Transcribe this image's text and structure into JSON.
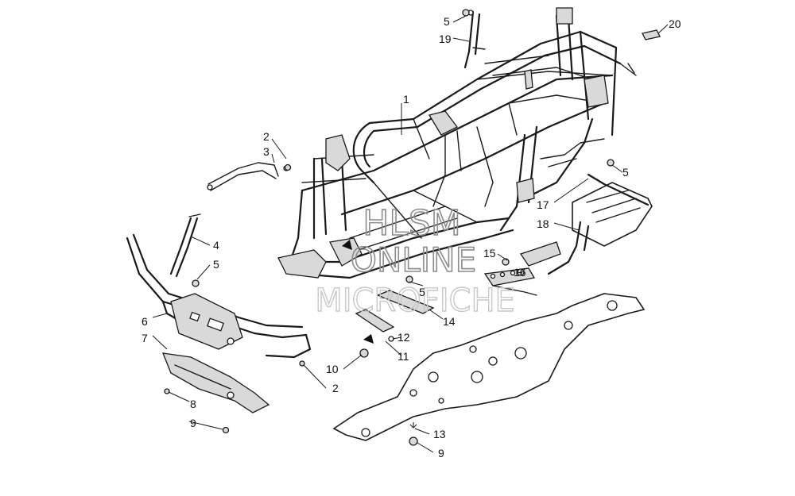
{
  "watermark": {
    "line1": "HLSM",
    "line2": "ONLINE",
    "line3": "MICROFICHE"
  },
  "callouts": {
    "c1": "1",
    "c2a": "2",
    "c2b": "2",
    "c3": "3",
    "c4": "4",
    "c5a": "5",
    "c5b": "5",
    "c5c": "5",
    "c5d": "5",
    "c6": "6",
    "c7": "7",
    "c8": "8",
    "c9a": "9",
    "c9b": "9",
    "c10": "10",
    "c11": "11",
    "c12": "12",
    "c13": "13",
    "c14": "14",
    "c15": "15",
    "c16": "16",
    "c17": "17",
    "c18": "18",
    "c19": "19",
    "c20": "20"
  }
}
